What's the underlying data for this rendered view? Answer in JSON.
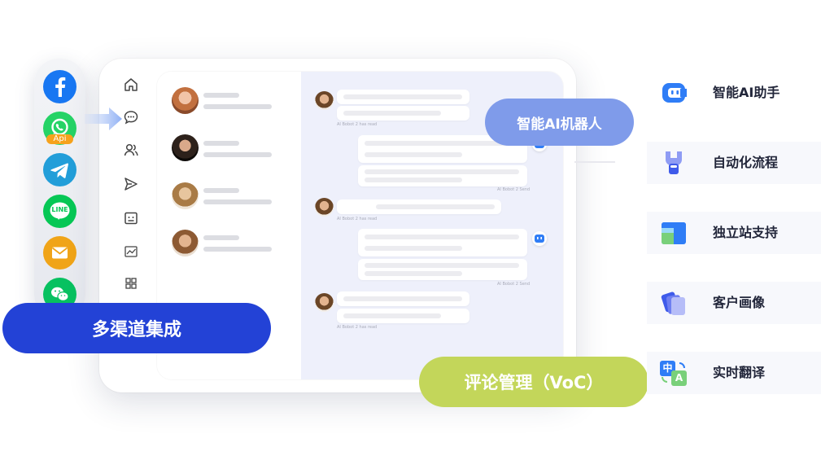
{
  "channels": {
    "api_tag": "Api",
    "line_text": "LINE",
    "icons": [
      "facebook-icon",
      "whatsapp-icon",
      "telegram-icon",
      "line-icon",
      "email-icon",
      "wechat-icon"
    ]
  },
  "sidebar": {
    "icons": [
      "home-icon",
      "chat-icon",
      "users-icon",
      "send-icon",
      "contacts-card-icon",
      "analytics-icon",
      "apps-grid-icon"
    ]
  },
  "chat": {
    "meta_read_1": "AI Bobot 2 has read",
    "meta_send_1": "AI Bobot 2 Send",
    "meta_read_2": "AI Bobot 2 has read",
    "meta_send_2": "AI Bobot 2 Send",
    "meta_read_3": "AI Bobot 2 has read"
  },
  "pills": {
    "multichannel": "多渠道集成",
    "ai_robot": "智能AI机器人",
    "voc": "评论管理（VoC）"
  },
  "features": [
    {
      "label": "智能AI助手",
      "icon": "ai-assistant-icon"
    },
    {
      "label": "自动化流程",
      "icon": "automation-icon"
    },
    {
      "label": "独立站支持",
      "icon": "website-icon"
    },
    {
      "label": "客户画像",
      "icon": "customer-profile-icon"
    },
    {
      "label": "实时翻译",
      "icon": "translate-icon"
    }
  ],
  "translate_glyphs": {
    "zh": "中",
    "en": "A"
  },
  "colors": {
    "brand_blue": "#2342d6",
    "ai_pill": "#7f9bea",
    "voc_pill": "#c3d65a",
    "chat_bg": "#eef0fb"
  }
}
